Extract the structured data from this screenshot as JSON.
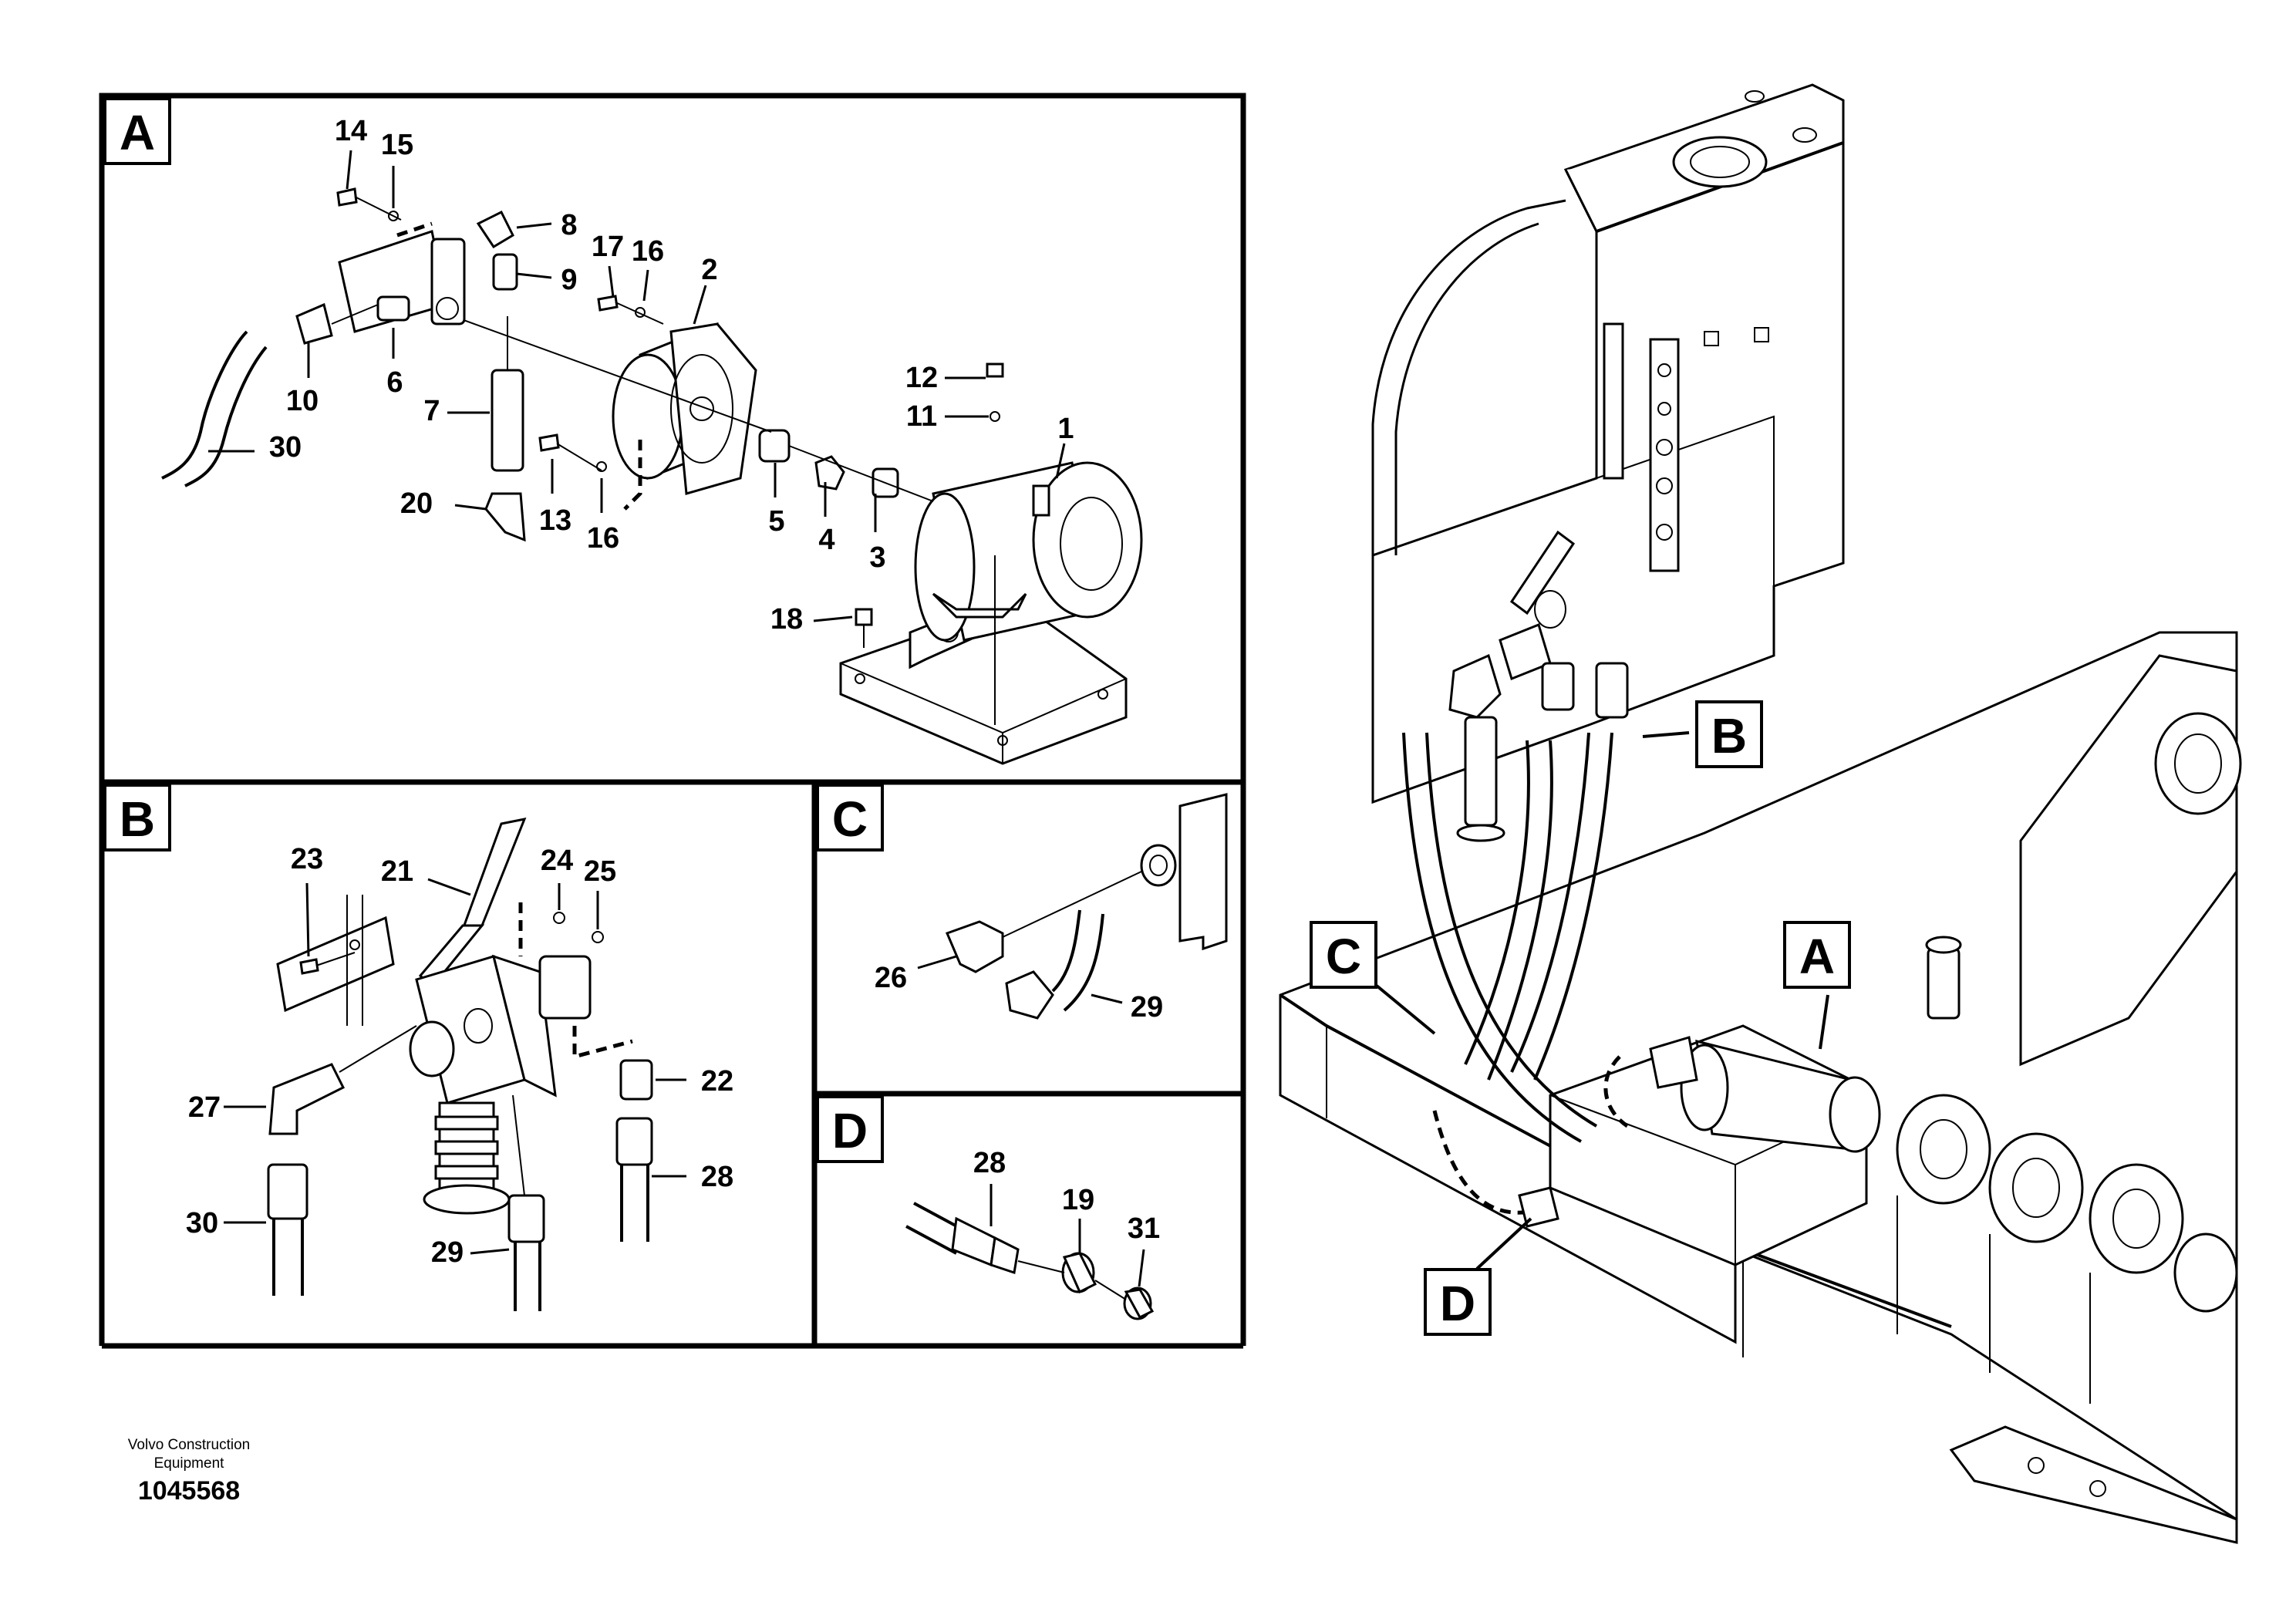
{
  "footer": {
    "manufacturer_line1": "Volvo Construction",
    "manufacturer_line2": "Equipment",
    "drawing_number": "1045568"
  },
  "detail_views": {
    "A": {
      "label": "A",
      "callouts": [
        "14",
        "15",
        "8",
        "9",
        "17",
        "16",
        "2",
        "10",
        "6",
        "30",
        "7",
        "20",
        "13",
        "16",
        "5",
        "4",
        "3",
        "12",
        "11",
        "1",
        "18"
      ]
    },
    "B": {
      "label": "B",
      "callouts": [
        "23",
        "21",
        "24",
        "25",
        "27",
        "22",
        "28",
        "30",
        "29"
      ]
    },
    "C": {
      "label": "C",
      "callouts": [
        "26",
        "29"
      ]
    },
    "D": {
      "label": "D",
      "callouts": [
        "28",
        "19",
        "31"
      ]
    }
  },
  "overview_labels": [
    "B",
    "C",
    "A",
    "D"
  ]
}
